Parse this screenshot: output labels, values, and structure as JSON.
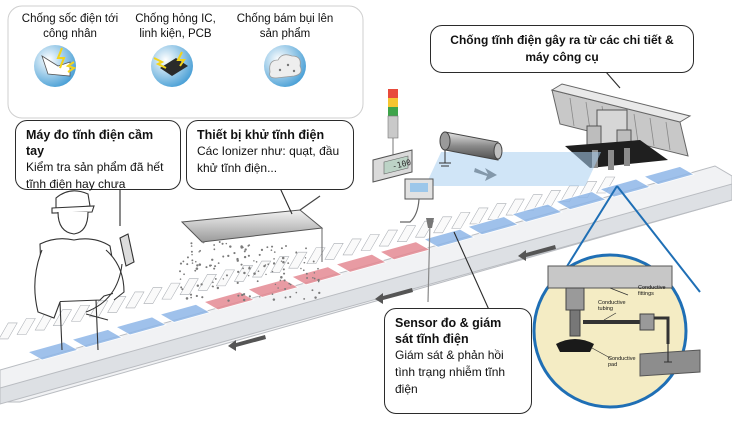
{
  "top_panel": {
    "items": [
      {
        "label": "Chống sốc điện tới công nhân",
        "icon": "electric-shock-hand-icon"
      },
      {
        "label": "Chống hỏng IC, linh kiện, PCB",
        "icon": "damaged-chip-icon"
      },
      {
        "label": "Chống bám bụi lên sản phẩm",
        "icon": "dust-cloud-icon"
      }
    ]
  },
  "callouts": {
    "handheld": {
      "title": "Máy đo tĩnh điện cầm tay",
      "body": "Kiểm tra sản phẩm đã hết tĩnh điện hay chưa"
    },
    "ionizer": {
      "title": "Thiết bị khử tĩnh điện",
      "body": "Các Ionizer như: quạt, đầu khử tĩnh điện..."
    },
    "parts": {
      "title": "Chống tĩnh điện gây ra từ các chi tiết & máy công cụ"
    },
    "sensor": {
      "title": "Sensor đo & giám sát tĩnh điện",
      "body": "Giám sát & phản hồi tình trạng nhiễm tĩnh điện"
    }
  },
  "detail_labels": {
    "fittings": "Conductive fittings",
    "tubing": "Conductive tubing",
    "pad": "Conductive pad"
  },
  "meter_display": "-100",
  "colors": {
    "tray_blue": "#8fb7e8",
    "tray_red": "#e58a93",
    "conveyor": "#eef0f2",
    "zoom_circle": "#1f6fb5",
    "zoom_fill": "#f4ecc4"
  }
}
